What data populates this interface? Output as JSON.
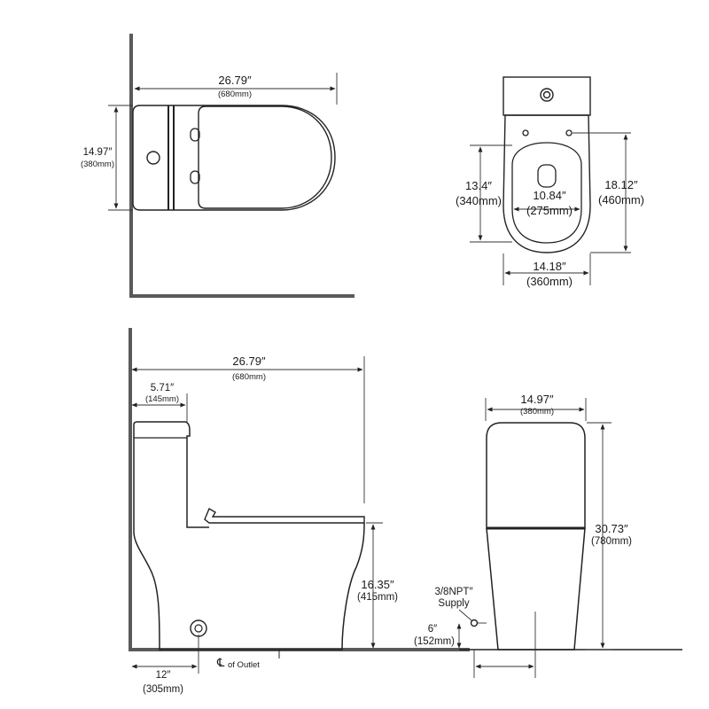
{
  "top_view": {
    "length_in": "26.79″",
    "length_mm": "(680mm)",
    "width_in": "14.97″",
    "width_mm": "(380mm)"
  },
  "front_top_view": {
    "a_in": "13.4″",
    "a_mm": "(340mm)",
    "b_in": "10.84″",
    "b_mm": "(275mm)",
    "c_in": "18.12″",
    "c_mm": "(460mm)",
    "d_in": "14.18″",
    "d_mm": "(360mm)"
  },
  "side_view": {
    "length_in": "26.79″",
    "length_mm": "(680mm)",
    "tank_in": "5.71″",
    "tank_mm": "(145mm)",
    "seat_h_in": "16.35″",
    "seat_h_mm": "(415mm)",
    "rough_in": "12″",
    "rough_mm": "(305mm)",
    "outlet_symbol": "℄",
    "outlet_label": "of Outlet"
  },
  "front_view": {
    "width_in": "14.97″",
    "width_mm": "(380mm)",
    "height_in": "30.73″",
    "height_mm": "(780mm)",
    "supply_label_1": "3/8NPT″",
    "supply_label_2": "Supply",
    "supply_h_in": "6″",
    "supply_h_mm": "(152mm)"
  }
}
